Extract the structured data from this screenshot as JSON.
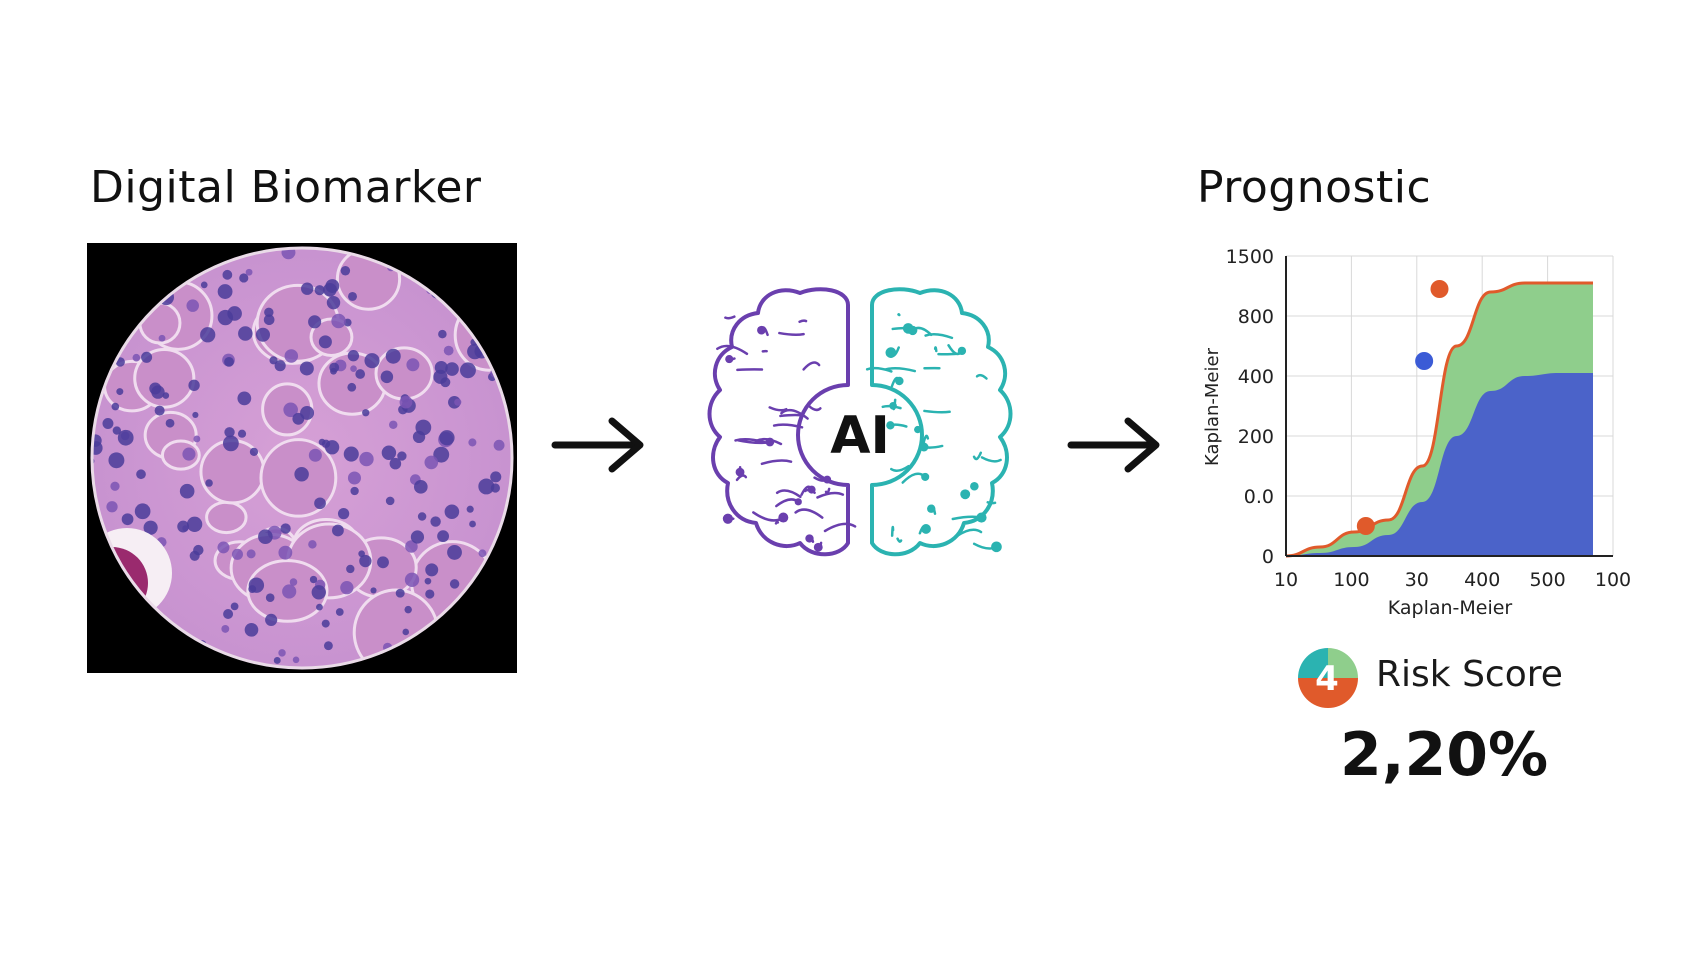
{
  "labels": {
    "left_title": "Digital Biomarker",
    "right_title": "Prognostic",
    "ai_label": "AI",
    "risk_label": "Risk Score",
    "risk_value": "2,20%",
    "risk_icon_digit": "4"
  },
  "colors": {
    "brain_left": "#6a3fae",
    "brain_right": "#2bb3b1",
    "curve_orange": "#e05a2b",
    "area_green": "#8fce8c",
    "area_blue": "#4b63c9",
    "point_blue": "#3b5bd6",
    "tissue_pink": "#d9a3d8",
    "nucleus": "#4a3c9a"
  },
  "icons": {
    "arrow": "arrow-right-icon",
    "brain": "brain-icon",
    "risk": "risk-pie-icon"
  },
  "chart_data": {
    "type": "area",
    "ylabel": "Kaplan-Meier",
    "xlabel": "Kaplan-Meier",
    "x_tick_labels": [
      "10",
      "100",
      "30",
      "400",
      "500",
      "100"
    ],
    "y_tick_labels": [
      "0",
      "0.0",
      "200",
      "400",
      "800",
      "1500"
    ],
    "grid": true,
    "series": [
      {
        "values": [
          0,
          0.03,
          0.08,
          0.12,
          0.3,
          0.7,
          0.88,
          0.91,
          0.91,
          0.91
        ]
      },
      {
        "values": [
          0,
          0.01,
          0.03,
          0.07,
          0.18,
          0.4,
          0.55,
          0.6,
          0.61,
          0.61
        ]
      }
    ],
    "x": [
      0,
      0.1,
      0.2,
      0.3,
      0.4,
      0.5,
      0.6,
      0.7,
      0.8,
      0.9
    ],
    "points": [
      {
        "x": 0.26,
        "y": 0.1
      },
      {
        "x": 0.5,
        "y": 0.89
      },
      {
        "x": 0.45,
        "y": 0.65
      }
    ]
  }
}
